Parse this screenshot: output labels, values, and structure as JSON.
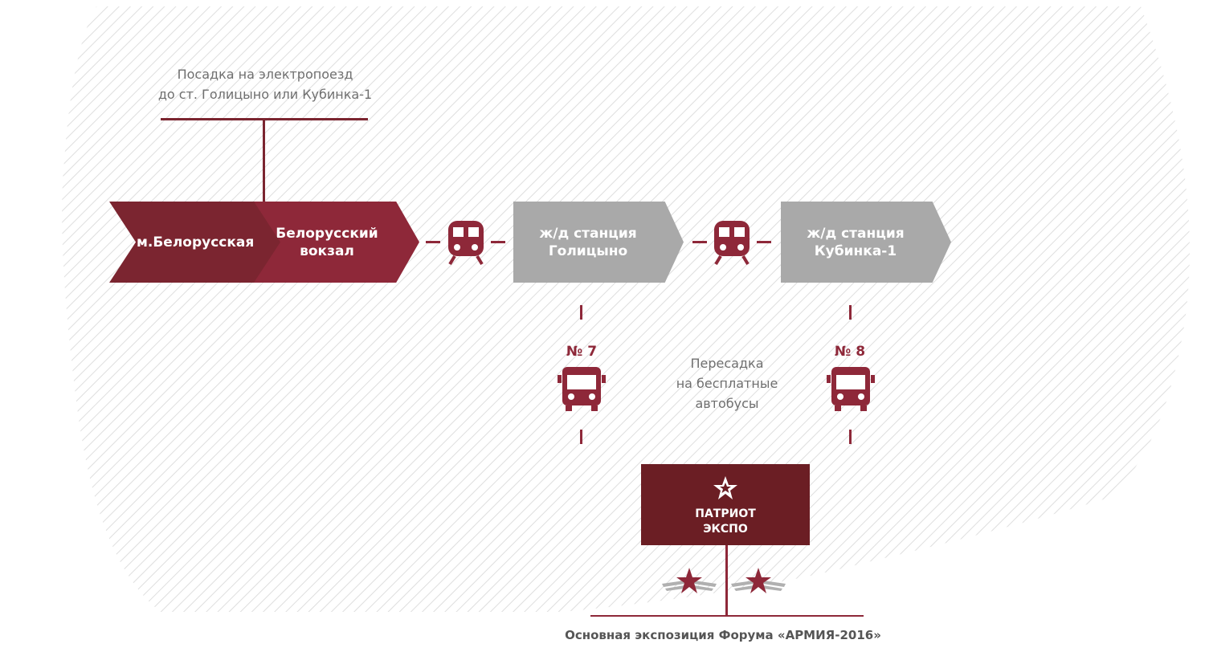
{
  "boarding_note": {
    "line1": "Посадка на электропоезд",
    "line2": "до ст. Голицыно или Кубинка-1"
  },
  "nodes": {
    "metro": "м.Белорусская",
    "station_line1": "Белорусский",
    "station_line2": "вокзал",
    "golitsyno_line1": "ж/д станция",
    "golitsyno_line2": "Голицыно",
    "kubinka_line1": "ж/д станция",
    "kubinka_line2": "Кубинка-1"
  },
  "buses": {
    "left_route": "№ 7",
    "right_route": "№ 8"
  },
  "transfer_note": {
    "line1": "Пересадка",
    "line2": "на бесплатные",
    "line3": "автобусы"
  },
  "expo": {
    "line1": "ПАТРИОТ",
    "line2": "ЭКСПО"
  },
  "bottom_caption": "Основная экспозиция Форума «АРМИЯ-2016»",
  "icons": {
    "train": "train-icon",
    "bus": "bus-icon",
    "star": "star-icon",
    "winged_star": "winged-star-icon"
  },
  "colors": {
    "metro": "#7b2530",
    "station": "#8e2839",
    "grey_station": "#a9a9a9",
    "expo": "#6b1e24",
    "accent": "#8e2839"
  }
}
